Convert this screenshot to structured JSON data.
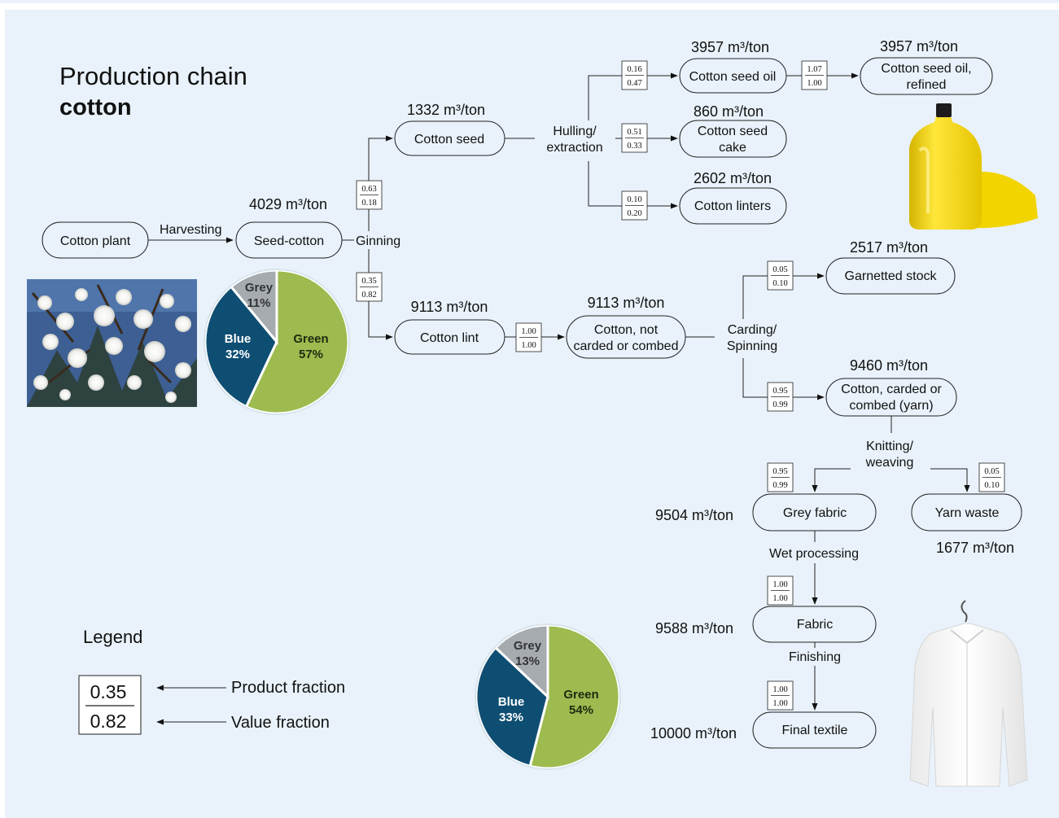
{
  "title": {
    "line1": "Production chain",
    "line2": "cotton"
  },
  "nodes": {
    "cotton_plant": "Cotton plant",
    "seed_cotton": "Seed-cotton",
    "cotton_seed": "Cotton seed",
    "cotton_lint": "Cotton lint",
    "cotton_not_carded_1": "Cotton, not",
    "cotton_not_carded_2": "carded or combed",
    "cotton_seed_oil": "Cotton seed oil",
    "cotton_seed_oil_refined_1": "Cotton seed oil,",
    "cotton_seed_oil_refined_2": "refined",
    "cotton_seed_cake_1": "Cotton seed",
    "cotton_seed_cake_2": "cake",
    "cotton_linters": "Cotton linters",
    "garnetted_stock": "Garnetted stock",
    "cotton_carded_1": "Cotton, carded or",
    "cotton_carded_2": "combed (yarn)",
    "grey_fabric": "Grey fabric",
    "yarn_waste": "Yarn waste",
    "fabric": "Fabric",
    "final_textile": "Final textile"
  },
  "processes": {
    "harvesting": "Harvesting",
    "ginning": "Ginning",
    "hulling_1": "Hulling/",
    "hulling_2": "extraction",
    "carding_1": "Carding/",
    "carding_2": "Spinning",
    "knitting_1": "Knitting/",
    "knitting_2": "weaving",
    "wet_processing": "Wet processing",
    "finishing": "Finishing"
  },
  "water_footprints": {
    "seed_cotton": "4029 m³/ton",
    "cotton_seed": "1332 m³/ton",
    "cotton_lint": "9113 m³/ton",
    "cotton_not_carded": "9113 m³/ton",
    "cotton_seed_oil": "3957 m³/ton",
    "cotton_seed_oil_refined": "3957 m³/ton",
    "cotton_seed_cake": "860 m³/ton",
    "cotton_linters": "2602 m³/ton",
    "garnetted_stock": "2517 m³/ton",
    "cotton_carded": "9460 m³/ton",
    "grey_fabric": "9504 m³/ton",
    "yarn_waste": "1677 m³/ton",
    "fabric": "9588 m³/ton",
    "final_textile": "10000 m³/ton"
  },
  "fractions": {
    "seed": {
      "product": "0.63",
      "value": "0.18"
    },
    "lint": {
      "product": "0.35",
      "value": "0.82"
    },
    "oil": {
      "product": "0.16",
      "value": "0.47"
    },
    "oil_refined": {
      "product": "1.07",
      "value": "1.00"
    },
    "cake": {
      "product": "0.51",
      "value": "0.33"
    },
    "linters": {
      "product": "0.10",
      "value": "0.20"
    },
    "not_carded": {
      "product": "1.00",
      "value": "1.00"
    },
    "garnetted": {
      "product": "0.05",
      "value": "0.10"
    },
    "carded": {
      "product": "0.95",
      "value": "0.99"
    },
    "grey_fabric": {
      "product": "0.95",
      "value": "0.99"
    },
    "yarn_waste": {
      "product": "0.05",
      "value": "0.10"
    },
    "fabric": {
      "product": "1.00",
      "value": "1.00"
    },
    "final_textile": {
      "product": "1.00",
      "value": "1.00"
    }
  },
  "legend": {
    "title": "Legend",
    "product_value": "0.35",
    "value_value": "0.82",
    "product_label": "Product fraction",
    "value_label": "Value fraction"
  },
  "chart_data": [
    {
      "type": "pie",
      "series": [
        {
          "name": "Green",
          "value": 57,
          "label": "57%",
          "color": "#9dbb4f"
        },
        {
          "name": "Blue",
          "value": 32,
          "label": "32%",
          "color": "#0f4e73"
        },
        {
          "name": "Grey",
          "value": 11,
          "label": "11%",
          "color": "#a6abb0"
        }
      ]
    },
    {
      "type": "pie",
      "series": [
        {
          "name": "Green",
          "value": 54,
          "label": "54%",
          "color": "#9dbb4f"
        },
        {
          "name": "Blue",
          "value": 33,
          "label": "33%",
          "color": "#0f4e73"
        },
        {
          "name": "Grey",
          "value": 13,
          "label": "13%",
          "color": "#a6abb0"
        }
      ]
    }
  ],
  "images": {
    "cotton_photo": "cotton-plant-photo",
    "oil_bottle": "oil-bottle-icon",
    "shirt": "shirt-icon"
  }
}
